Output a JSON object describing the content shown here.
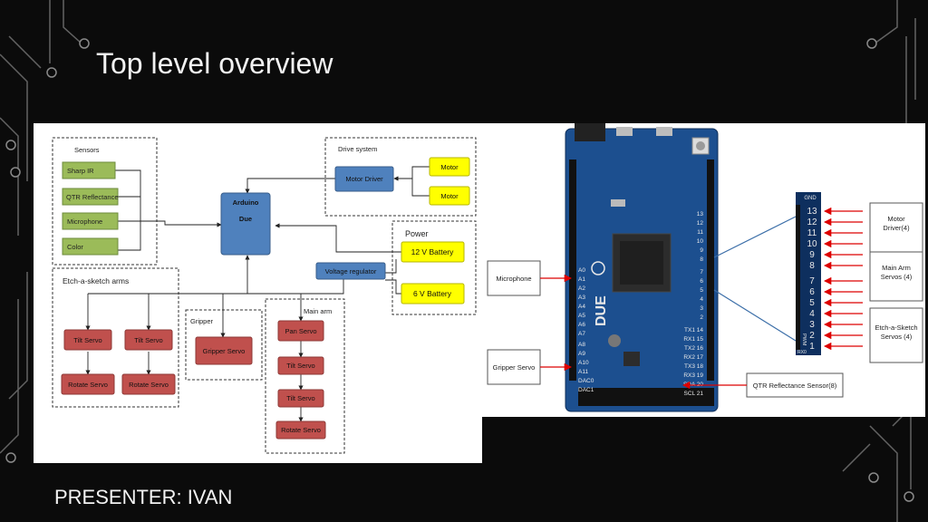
{
  "slide": {
    "title": "Top level overview",
    "presenter": "PRESENTER: IVAN"
  },
  "block_diagram": {
    "groups": {
      "sensors": "Sensors",
      "drive": "Drive system",
      "power": "Power",
      "etch": "Etch-a-sketch arms",
      "gripper": "Gripper",
      "main_arm": "Main arm"
    },
    "sensors": [
      "Sharp IR",
      "QTR Reflectance",
      "Microphone",
      "Color"
    ],
    "arduino": {
      "line1": "Arduino",
      "line2": "Due"
    },
    "motor_driver": "Motor Driver",
    "motors": [
      "Motor",
      "Motor"
    ],
    "batteries": [
      "12 V Battery",
      "6 V Battery"
    ],
    "voltage_regulator": "Voltage regulator",
    "etch_servos": {
      "tilt": [
        "Tilt Servo",
        "Tilt Servo"
      ],
      "rotate": [
        "Rotate Servo",
        "Rotate Servo"
      ]
    },
    "gripper_servo": "Gripper Servo",
    "main_arm_servos": [
      "Pan Servo",
      "Tilt Servo",
      "Tilt Servo",
      "Rotate Servo"
    ]
  },
  "board_diagram": {
    "left_boxes": [
      "Microphone",
      "Gripper Servo"
    ],
    "qtr_box": "QTR Reflectance Sensor(8)",
    "right_boxes": [
      [
        "Motor",
        "Driver(4)"
      ],
      [
        "Main Arm",
        "Servos (4)"
      ],
      [
        "Etch-a-Sketch",
        "Servos (4)"
      ]
    ],
    "pin_header": {
      "top": "GND",
      "pins": [
        "13",
        "12",
        "11",
        "10",
        "9",
        "8",
        "7",
        "6",
        "5",
        "4",
        "3",
        "2",
        "1"
      ],
      "side_label": "PWM",
      "bottom_prefix": "RX0"
    },
    "board_labels": {
      "logo": "DUE",
      "analog": [
        "A0",
        "A1",
        "A2",
        "A3",
        "A4",
        "A5",
        "A6",
        "A7"
      ],
      "analog2": [
        "A8",
        "A9",
        "A10",
        "A11",
        "DAC0",
        "DAC1"
      ],
      "digital": [
        "13",
        "12",
        "11",
        "10",
        "9",
        "8",
        "7",
        "6",
        "5",
        "4",
        "3",
        "2"
      ],
      "comm": [
        "TX1 14",
        "RX1 15",
        "TX2 16",
        "RX2 17",
        "TX3 18",
        "RX3 19",
        "SDA 20",
        "SCL 21"
      ]
    }
  },
  "colors": {
    "blue_box": "#4f81bd",
    "green_box": "#9bbb59",
    "yellow_box": "#ffff00",
    "red_box": "#c0504d",
    "board_blue": "#1c4f8f"
  }
}
